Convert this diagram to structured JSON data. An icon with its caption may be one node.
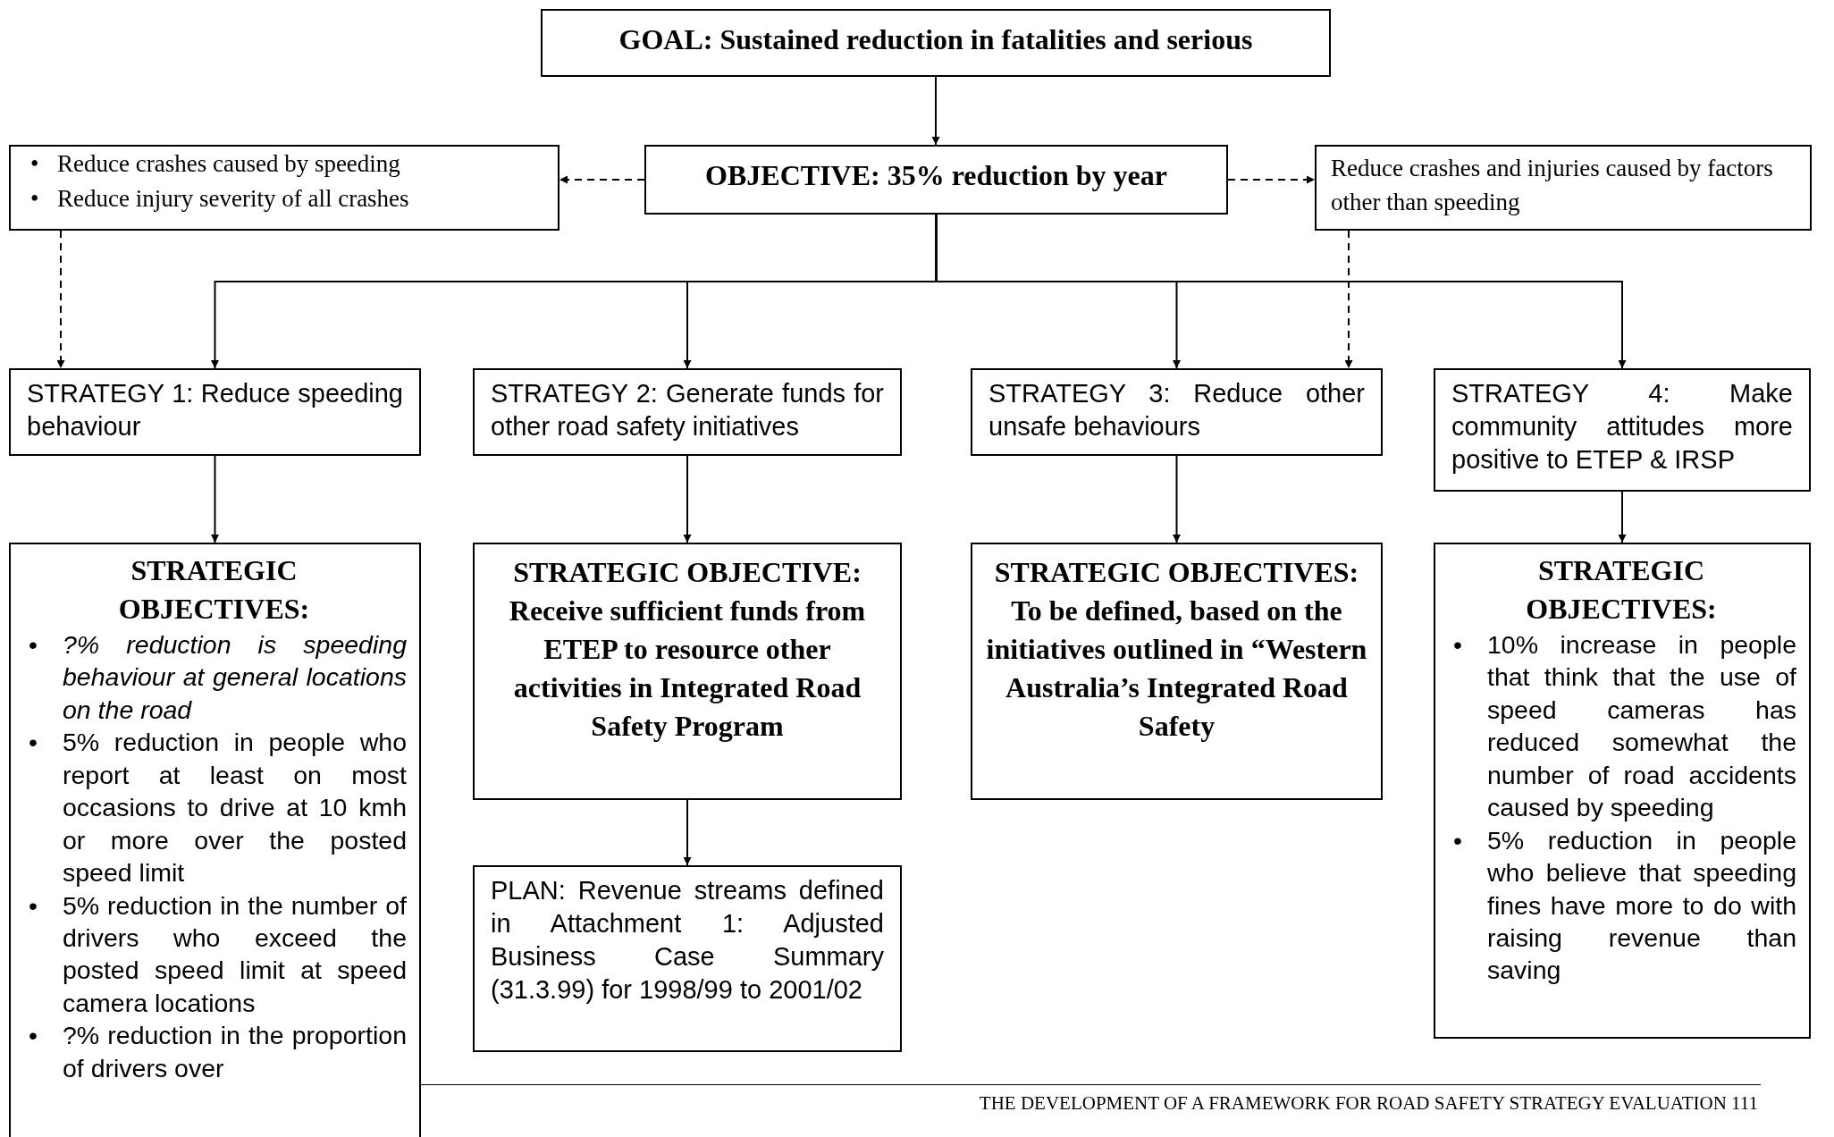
{
  "diagram": {
    "nodes": [
      {
        "text": [
          "GOAL: Sustained reduction in fatalities and serious"
        ]
      },
      {
        "text": [
          "• Reduce crashes caused by speeding",
          "• Reduce injury severity of all crashes"
        ]
      },
      {
        "text": [
          "OBJECTIVE: 35% reduction by year"
        ]
      },
      {
        "text": [
          "Reduce crashes and injuries caused by factors other than speeding"
        ]
      },
      {
        "text": [
          "STRATEGY 1: Reduce speeding behaviour"
        ]
      },
      {
        "text": [
          "STRATEGY 2: Generate funds for other road safety initiatives"
        ]
      },
      {
        "text": [
          "STRATEGY 3: Reduce other unsafe behaviours"
        ]
      },
      {
        "text": [
          "STRATEGY 4: Make community attitudes more positive to ETEP & IRSP"
        ]
      },
      {
        "text": [
          "STRATEGIC OBJECTIVES:",
          "• ?% reduction is speeding behaviour at general locations on the road",
          "• 5% reduction in people who report at least on most occasions to drive at 10 kmh or more over the posted speed limit",
          "• 5% reduction in the number of drivers who exceed the posted speed limit at speed camera locations",
          "• ?% reduction in the proportion of drivers over"
        ]
      },
      {
        "text": [
          "STRATEGIC OBJECTIVE: Receive sufficient funds from ETEP to resource other activities in Integrated Road Safety Program"
        ]
      },
      {
        "text": [
          "STRATEGIC OBJECTIVES: To be defined, based on the initiatives outlined in “Western Australia’s Integrated Road Safety"
        ]
      },
      {
        "text": [
          "STRATEGIC OBJECTIVES:",
          "• 10% increase in people that think that the use of speed cameras has reduced somewhat the number of road accidents caused by speeding",
          "• 5% reduction in people who believe that speeding fines have more to do with raising revenue than saving"
        ]
      },
      {
        "text": [
          "PLAN: Revenue streams defined in Attachment 1: Adjusted Business Case Summary (31.3.99) for 1998/99 to 2001/02"
        ]
      }
    ],
    "edges": [
      {
        "from": 0,
        "to": 2,
        "arrow": "to"
      },
      {
        "from": 2,
        "to": 1,
        "arrow": "to",
        "style": "dashed"
      },
      {
        "from": 2,
        "to": 3,
        "arrow": "to",
        "style": "dashed"
      },
      {
        "from": 2,
        "to": 4,
        "arrow": "to"
      },
      {
        "from": 2,
        "to": 5,
        "arrow": "to"
      },
      {
        "from": 2,
        "to": 6,
        "arrow": "to"
      },
      {
        "from": 2,
        "to": 7,
        "arrow": "to"
      },
      {
        "from": 1,
        "to": 4,
        "arrow": "to",
        "style": "dashed"
      },
      {
        "from": 3,
        "to": 6,
        "arrow": "to",
        "style": "dashed"
      },
      {
        "from": 4,
        "to": 8,
        "arrow": "to"
      },
      {
        "from": 5,
        "to": 9,
        "arrow": "to"
      },
      {
        "from": 6,
        "to": 10,
        "arrow": "to"
      },
      {
        "from": 7,
        "to": 11,
        "arrow": "to"
      },
      {
        "from": 9,
        "to": 12,
        "arrow": "to"
      }
    ],
    "labels": [
      "THE DEVELOPMENT OF A FRAMEWORK FOR ROAD SAFETY STRATEGY EVALUATION 111"
    ]
  }
}
